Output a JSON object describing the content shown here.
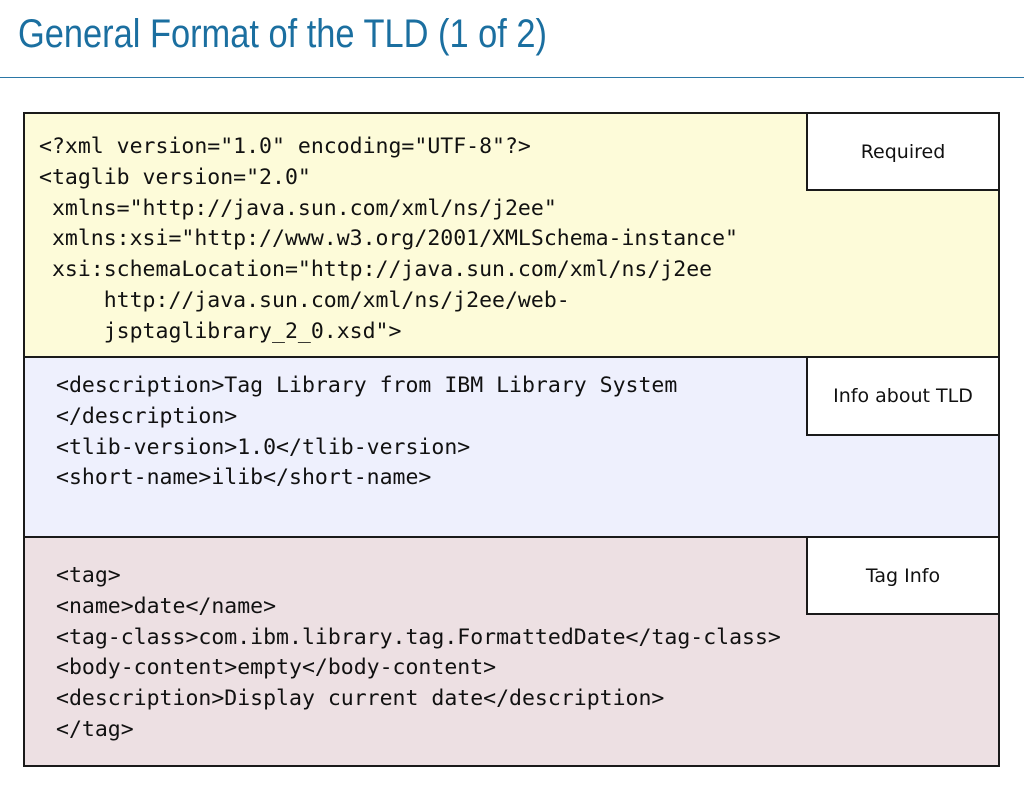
{
  "slide": {
    "title": "General Format of the TLD (1 of 2)"
  },
  "sections": {
    "required": {
      "label": "Required",
      "code": "<?xml version=\"1.0\" encoding=\"UTF-8\"?>\n<taglib version=\"2.0\"\n xmlns=\"http://java.sun.com/xml/ns/j2ee\"\n xmlns:xsi=\"http://www.w3.org/2001/XMLSchema-instance\"\n xsi:schemaLocation=\"http://java.sun.com/xml/ns/j2ee\n     http://java.sun.com/xml/ns/j2ee/web-\n     jsptaglibrary_2_0.xsd\">"
    },
    "info": {
      "label": "Info about TLD",
      "code": "<description>Tag Library from IBM Library System\n</description>\n<tlib-version>1.0</tlib-version>\n<short-name>ilib</short-name>"
    },
    "tag": {
      "label": "Tag Info",
      "code": "<tag>\n<name>date</name>\n<tag-class>com.ibm.library.tag.FormattedDate</tag-class>\n<body-content>empty</body-content>\n<description>Display current date</description>\n</tag>"
    }
  },
  "colors": {
    "title": "#1b6fa0",
    "required_bg": "#fdfbd9",
    "info_bg": "#eef0fd",
    "tag_bg": "#ede0e3"
  }
}
